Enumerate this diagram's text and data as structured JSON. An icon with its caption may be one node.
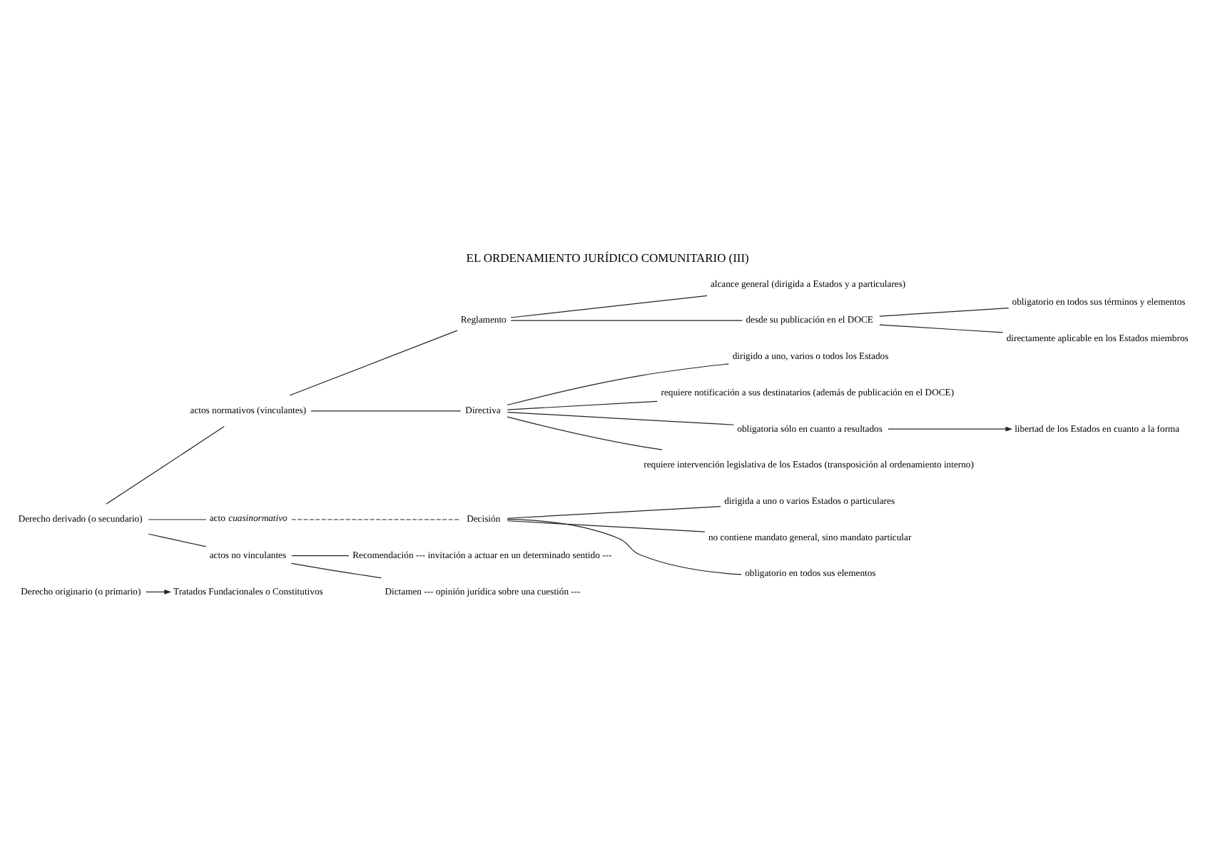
{
  "diagram": {
    "title": "EL ORDENAMIENTO JURÍDICO COMUNITARIO (III)",
    "nodes": [
      {
        "text": [
          "Derecho originario (o primario)"
        ]
      },
      {
        "text": [
          "Tratados Fundacionales o Constitutivos"
        ]
      },
      {
        "text": [
          "Derecho derivado (o secundario)"
        ]
      },
      {
        "text": [
          "actos normativos (vinculantes)"
        ]
      },
      {
        "text": [
          "Reglamento"
        ]
      },
      {
        "text": [
          "alcance general (dirigida a Estados y a particulares)"
        ]
      },
      {
        "text": [
          "desde su publicación en el DOCE"
        ]
      },
      {
        "text": [
          "obligatorio en todos sus términos y elementos"
        ]
      },
      {
        "text": [
          "directamente aplicable en los Estados miembros"
        ]
      },
      {
        "text": [
          "Directiva"
        ]
      },
      {
        "text": [
          "dirigido a uno, varios o todos los Estados"
        ]
      },
      {
        "text": [
          "requiere notificación a sus destinatarios (además de publicación en el DOCE)"
        ]
      },
      {
        "text": [
          "obligatoria sólo en cuanto a resultados"
        ]
      },
      {
        "text": [
          "libertad de los Estados en cuanto a la forma"
        ]
      },
      {
        "text": [
          "requiere intervención legislativa de los Estados (transposición al ordenamiento interno)"
        ]
      },
      {
        "text": [
          "acto *cuasinormativo*"
        ]
      },
      {
        "text": [
          "Decisión"
        ]
      },
      {
        "text": [
          "dirigida a uno o varios Estados o particulares"
        ]
      },
      {
        "text": [
          "no contiene mandato general, sino mandato particular"
        ]
      },
      {
        "text": [
          "obligatorio en todos sus elementos"
        ]
      },
      {
        "text": [
          "actos no vinculantes"
        ]
      },
      {
        "text": [
          "Recomendación --- invitación a actuar en un determinado sentido ---"
        ]
      },
      {
        "text": [
          "Dictamen --- opinión jurídica sobre una cuestión ---"
        ]
      }
    ],
    "edges": [
      {
        "from": 0,
        "to": 1,
        "arrow": "to"
      },
      {
        "from": 2,
        "to": 3,
        "arrow": "none"
      },
      {
        "from": 2,
        "to": 15,
        "arrow": "none"
      },
      {
        "from": 2,
        "to": 20,
        "arrow": "none"
      },
      {
        "from": 3,
        "to": 4,
        "arrow": "none"
      },
      {
        "from": 3,
        "to": 9,
        "arrow": "none"
      },
      {
        "from": 4,
        "to": 5,
        "arrow": "none"
      },
      {
        "from": 4,
        "to": 6,
        "arrow": "none"
      },
      {
        "from": 6,
        "to": 7,
        "arrow": "none"
      },
      {
        "from": 6,
        "to": 8,
        "arrow": "none"
      },
      {
        "from": 9,
        "to": 10,
        "arrow": "none"
      },
      {
        "from": 9,
        "to": 11,
        "arrow": "none"
      },
      {
        "from": 9,
        "to": 12,
        "arrow": "none"
      },
      {
        "from": 9,
        "to": 14,
        "arrow": "none"
      },
      {
        "from": 12,
        "to": 13,
        "arrow": "to"
      },
      {
        "from": 15,
        "to": 16,
        "arrow": "none",
        "style": "dashed"
      },
      {
        "from": 16,
        "to": 17,
        "arrow": "none"
      },
      {
        "from": 16,
        "to": 18,
        "arrow": "none"
      },
      {
        "from": 16,
        "to": 19,
        "arrow": "none"
      },
      {
        "from": 20,
        "to": 21,
        "arrow": "none"
      },
      {
        "from": 20,
        "to": 22,
        "arrow": "none"
      }
    ]
  }
}
